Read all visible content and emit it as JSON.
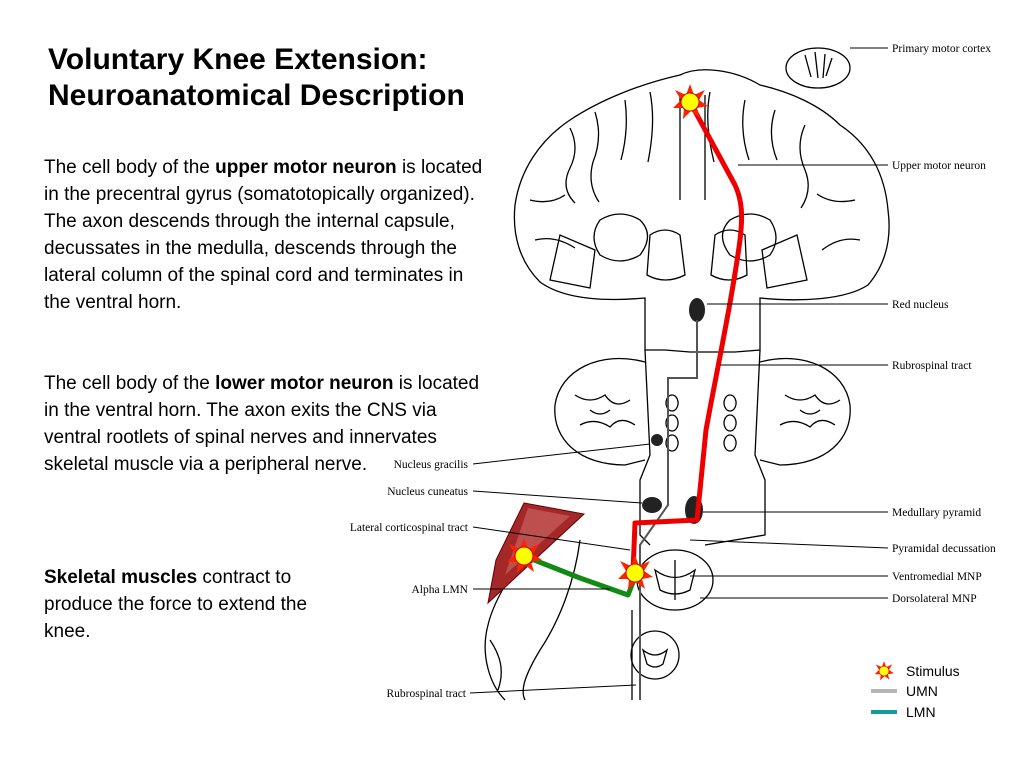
{
  "title": {
    "line1": "Voluntary Knee Extension:",
    "line2": "Neuroanatomical Description"
  },
  "paragraphs": {
    "umn": {
      "pre": "The cell body of the ",
      "bold": "upper motor neuron",
      "post": " is located in the precentral gyrus (somatotopically organized). The axon descends through the internal capsule, decussates in the medulla, descends through the lateral column of the spinal cord and terminates in the ventral horn."
    },
    "lmn": {
      "pre": "The cell body of the ",
      "bold": "lower motor neuron",
      "post": " is located in the ventral horn.  The axon exits the CNS via ventral rootlets of spinal nerves and innervates skeletal muscle via a peripheral nerve."
    },
    "muscle": {
      "bold": "Skeletal muscles",
      "post": " contract to produce the force to extend the knee."
    }
  },
  "diagram_labels": {
    "primary_motor_cortex": "Primary motor cortex",
    "upper_motor_neuron": "Upper motor neuron",
    "red_nucleus": "Red nucleus",
    "rubrospinal_tract_top": "Rubrospinal tract",
    "nucleus_gracilis": "Nucleus gracilis",
    "nucleus_cuneatus": "Nucleus cuneatus",
    "lateral_corticospinal_tract": "Lateral corticospinal tract",
    "medullary_pyramid": "Medullary pyramid",
    "pyramidal_decussation": "Pyramidal decussation",
    "ventromedial_mnp": "Ventromedial MNP",
    "alpha_lmn": "Alpha LMN",
    "dorsolateral_mnp": "Dorsolateral MNP",
    "rubrospinal_tract_bottom": "Rubrospinal tract"
  },
  "legend": {
    "stimulus": "Stimulus",
    "umn": "UMN",
    "lmn": "LMN"
  },
  "colors": {
    "umn_pathway": "#ee0000",
    "lmn_pathway": "#138a13",
    "legend_umn": "#b5b5b5",
    "legend_lmn": "#139a9a",
    "stimulus_fill": "#ffff00",
    "stimulus_ray": "#ff2200",
    "muscle": "#a52828"
  }
}
